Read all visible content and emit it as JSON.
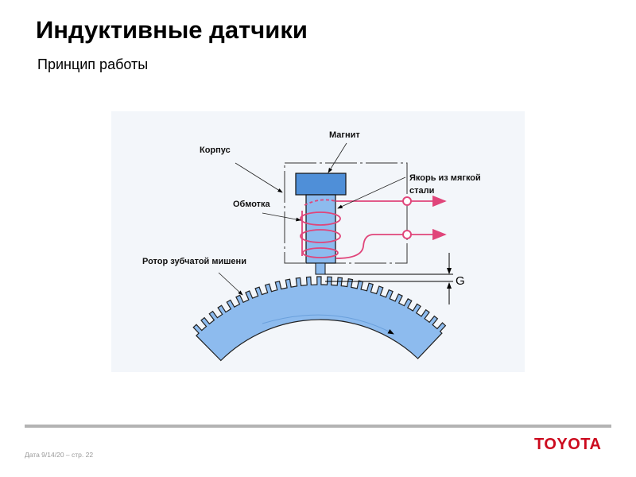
{
  "slide": {
    "title": "Индуктивные датчики",
    "subtitle": "Принцип работы"
  },
  "diagram": {
    "labels": {
      "magnet": "Магнит",
      "housing": "Корпус",
      "armature_line1": "Якорь из мягкой",
      "armature_line2": "стали",
      "coil": "Обмотка",
      "rotor": "Ротор зубчатой мишени",
      "gap": "G"
    },
    "colors": {
      "blue": "#4f8fd8",
      "light_blue": "#8dbbee",
      "coil": "#e0457a"
    }
  },
  "footer": {
    "date_page": "Дата 9/14/20 – стр.  22",
    "logo": "TOYOTA",
    "logo_color": "#cc0a1e"
  }
}
